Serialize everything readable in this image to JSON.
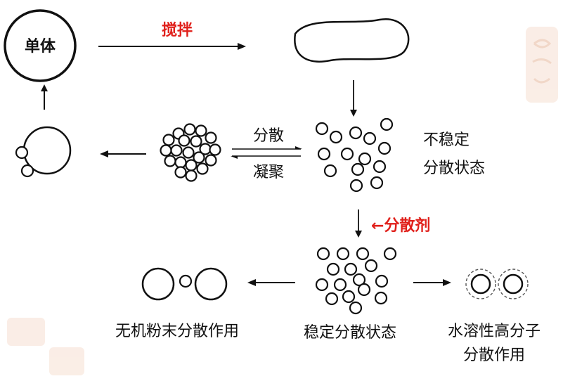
{
  "labels": {
    "monomer": "单体",
    "stirring": "搅拌",
    "disperse": "分散",
    "agglomerate": "凝聚",
    "unstable_line1": "不稳定",
    "unstable_line2": "分散状态",
    "dispersant": "←分散剂",
    "inorganic": "无机粉末分散作用",
    "stable": "稳定分散状态",
    "polymer_line1": "水溶性高分子",
    "polymer_line2": "分散作用"
  },
  "colors": {
    "accent": "#e0201b",
    "ink": "#111111",
    "seal": "#f3d7c4"
  }
}
